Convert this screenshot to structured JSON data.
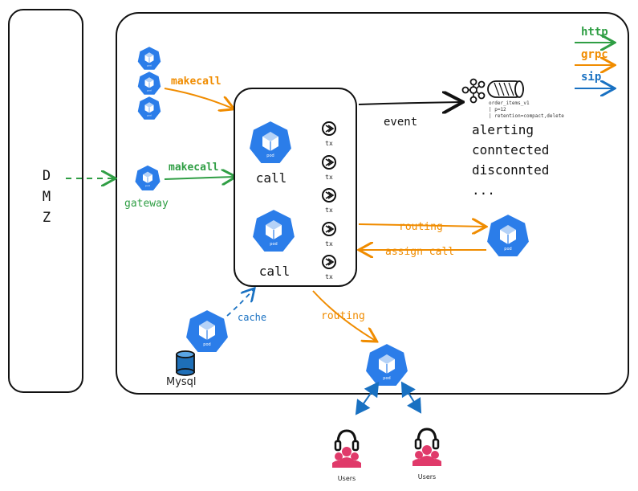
{
  "dmz": {
    "letters": [
      "D",
      "M",
      "Z"
    ]
  },
  "legend": [
    {
      "label": "http",
      "color": "#2f9e44"
    },
    {
      "label": "grpc",
      "color": "#f08c00"
    },
    {
      "label": "sip",
      "color": "#1971c2"
    }
  ],
  "pod_text": "pod",
  "labels": {
    "makecall_grpc": "makecall",
    "makecall_http": "makecall",
    "gateway": "gateway",
    "call_top": "call",
    "call_bottom": "call",
    "event": "event",
    "routing_right": "routing",
    "assign_call": "assign call",
    "routing_bottom": "routing",
    "cache": "cache",
    "mysql": "Mysql",
    "users_left": "Users",
    "users_right": "Users"
  },
  "kafka": {
    "topic": "order_items_v1",
    "partitions": "| p=12",
    "retention": "| retention=compact,delete"
  },
  "events": [
    "alerting",
    "conntected",
    "disconnted",
    "..."
  ],
  "tx_label": "tx",
  "colors": {
    "pod": "#2b7de9",
    "http": "#2f9e44",
    "grpc": "#f08c00",
    "sip": "#1971c2",
    "user": "#e03a6a"
  }
}
